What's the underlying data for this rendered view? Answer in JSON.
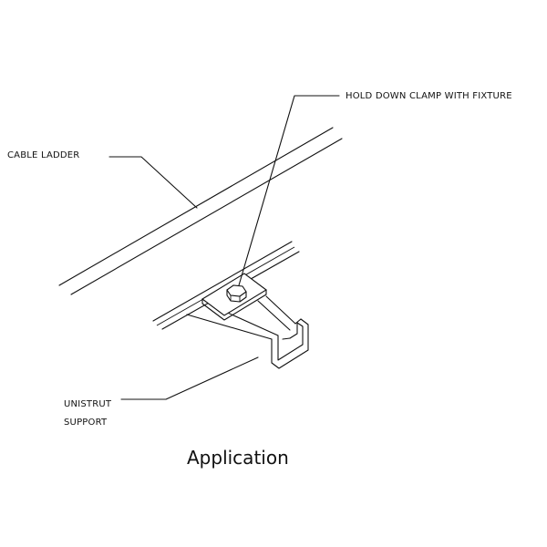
{
  "labels": {
    "clamp": "HOLD DOWN CLAMP WITH FIXTURE",
    "ladder": "CABLE LADDER",
    "strut_line1": "UNISTRUT",
    "strut_line2": "SUPPORT"
  },
  "caption": "Application"
}
